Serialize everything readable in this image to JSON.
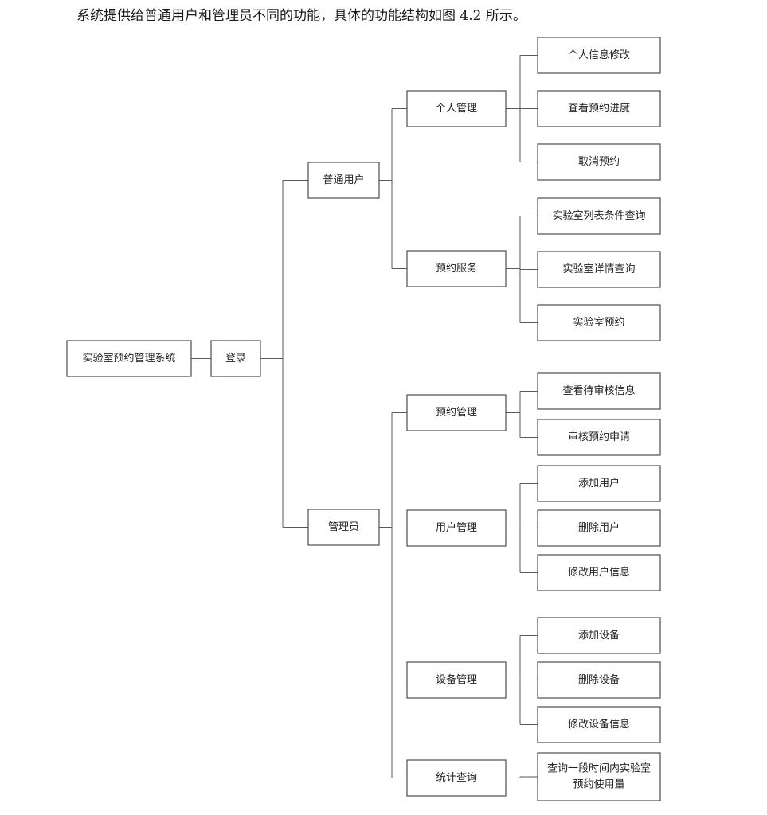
{
  "intro_text": "系统提供给普通用户和管理员不同的功能，具体的功能结构如图 4.2 所示。",
  "diagram": {
    "nodes": [
      {
        "id": "system",
        "lines": [
          "实验室预约管理系统"
        ]
      },
      {
        "id": "login",
        "lines": [
          "登录"
        ]
      },
      {
        "id": "user",
        "lines": [
          "普通用户"
        ]
      },
      {
        "id": "admin",
        "lines": [
          "管理员"
        ]
      },
      {
        "id": "personal",
        "lines": [
          "个人管理"
        ]
      },
      {
        "id": "booking-service",
        "lines": [
          "预约服务"
        ]
      },
      {
        "id": "booking-mgmt",
        "lines": [
          "预约管理"
        ]
      },
      {
        "id": "user-mgmt",
        "lines": [
          "用户管理"
        ]
      },
      {
        "id": "device-mgmt",
        "lines": [
          "设备管理"
        ]
      },
      {
        "id": "stats-query",
        "lines": [
          "统计查询"
        ]
      },
      {
        "id": "edit-profile",
        "lines": [
          "个人信息修改"
        ]
      },
      {
        "id": "view-progress",
        "lines": [
          "查看预约进度"
        ]
      },
      {
        "id": "cancel-booking",
        "lines": [
          "取消预约"
        ]
      },
      {
        "id": "lab-list-query",
        "lines": [
          "实验室列表条件查询"
        ]
      },
      {
        "id": "lab-detail-query",
        "lines": [
          "实验室详情查询"
        ]
      },
      {
        "id": "lab-booking",
        "lines": [
          "实验室预约"
        ]
      },
      {
        "id": "view-pending",
        "lines": [
          "查看待审核信息"
        ]
      },
      {
        "id": "review-request",
        "lines": [
          "审核预约申请"
        ]
      },
      {
        "id": "add-user",
        "lines": [
          "添加用户"
        ]
      },
      {
        "id": "delete-user",
        "lines": [
          "删除用户"
        ]
      },
      {
        "id": "edit-user-info",
        "lines": [
          "修改用户信息"
        ]
      },
      {
        "id": "add-device",
        "lines": [
          "添加设备"
        ]
      },
      {
        "id": "delete-device",
        "lines": [
          "删除设备"
        ]
      },
      {
        "id": "edit-device-info",
        "lines": [
          "修改设备信息"
        ]
      },
      {
        "id": "lab-usage-query",
        "lines": [
          "查询一段时间内实验室",
          "预约使用量"
        ]
      }
    ],
    "edges": [
      [
        "system",
        "login"
      ],
      [
        "login",
        "user"
      ],
      [
        "login",
        "admin"
      ],
      [
        "user",
        "personal"
      ],
      [
        "user",
        "booking-service"
      ],
      [
        "admin",
        "booking-mgmt"
      ],
      [
        "admin",
        "user-mgmt"
      ],
      [
        "admin",
        "device-mgmt"
      ],
      [
        "admin",
        "stats-query"
      ],
      [
        "personal",
        "edit-profile"
      ],
      [
        "personal",
        "view-progress"
      ],
      [
        "personal",
        "cancel-booking"
      ],
      [
        "booking-service",
        "lab-list-query"
      ],
      [
        "booking-service",
        "lab-detail-query"
      ],
      [
        "booking-service",
        "lab-booking"
      ],
      [
        "booking-mgmt",
        "view-pending"
      ],
      [
        "booking-mgmt",
        "review-request"
      ],
      [
        "user-mgmt",
        "add-user"
      ],
      [
        "user-mgmt",
        "delete-user"
      ],
      [
        "user-mgmt",
        "edit-user-info"
      ],
      [
        "device-mgmt",
        "add-device"
      ],
      [
        "device-mgmt",
        "delete-device"
      ],
      [
        "device-mgmt",
        "edit-device-info"
      ],
      [
        "stats-query",
        "lab-usage-query"
      ]
    ]
  }
}
